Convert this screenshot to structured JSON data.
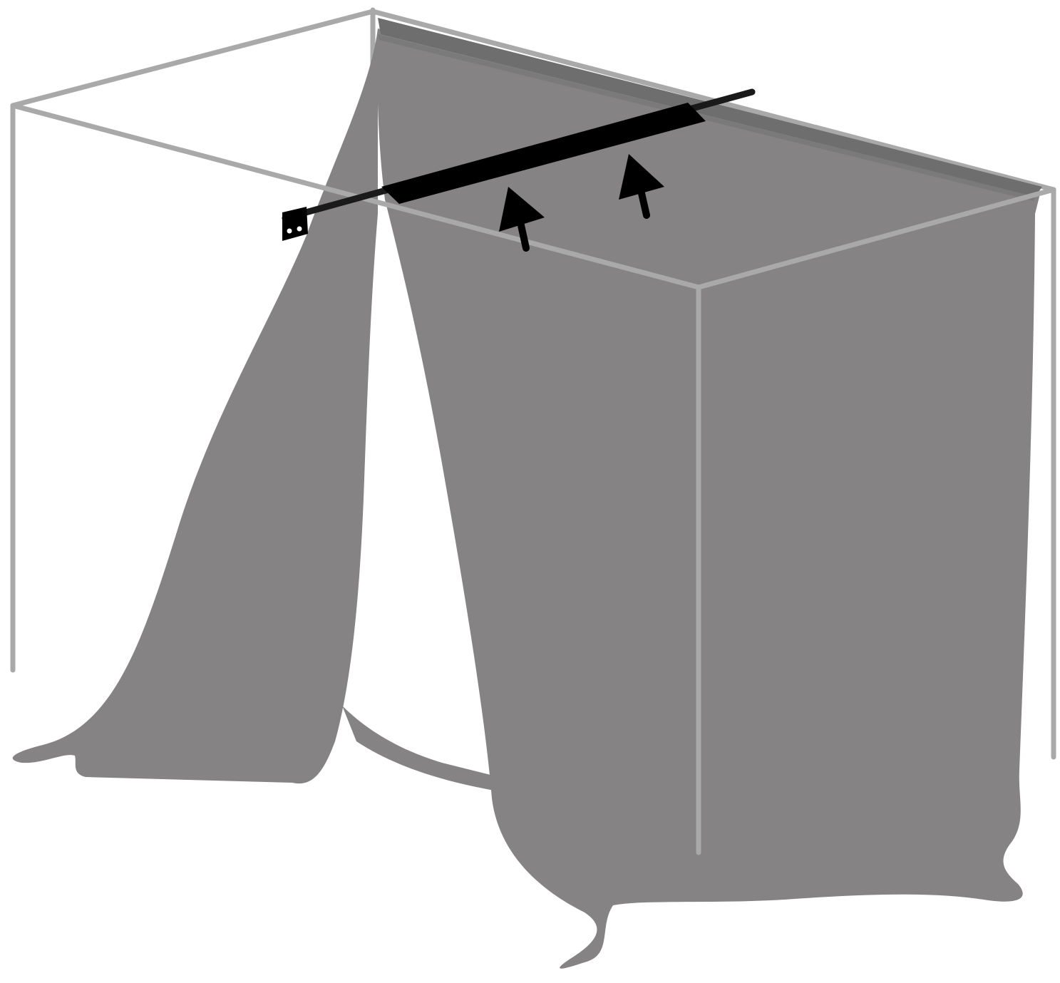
{
  "diagram": {
    "kind": "assembly-illustration",
    "colors": {
      "background": "#ffffff",
      "fabric": "#858384",
      "fabric_top_band": "#6e6e6e",
      "frame": "#a9a9a9",
      "rod": "#000000",
      "arrow": "#000000"
    },
    "icons": [
      "canopy-frame",
      "fabric-cover",
      "curtain-rod",
      "mounting-bracket-icon",
      "arrow-up-icon"
    ]
  }
}
